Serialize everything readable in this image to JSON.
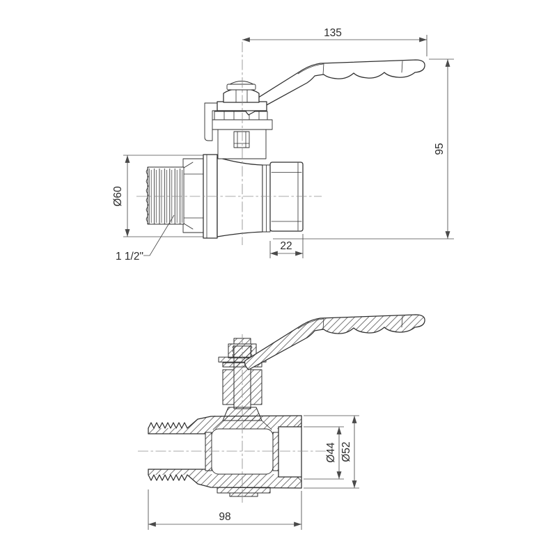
{
  "canvas": {
    "background": "#ffffff",
    "line_color": "#2e2e2e",
    "dimension_color": "#4a4a4a",
    "centerline_color": "#8c8c8c"
  },
  "drawing": {
    "views": {
      "side_view": {
        "dims": {
          "handle_length": "135",
          "overall_height": "95",
          "thread_outer_diameter": "Ø60",
          "thread_size": "1 1/2\"",
          "union_nut_width": "22"
        }
      },
      "section_view": {
        "dims": {
          "bore_diameter": "Ø44",
          "socket_outer_diameter": "Ø52",
          "body_length": "98"
        }
      }
    }
  }
}
